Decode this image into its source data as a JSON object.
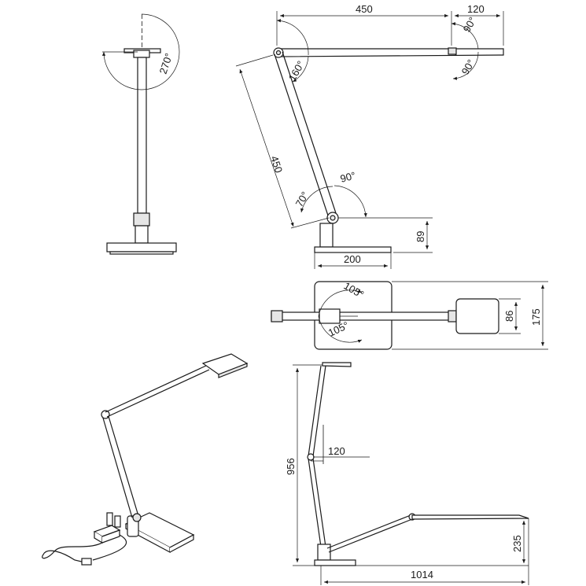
{
  "dims": {
    "top_width": "450",
    "top_head": "120",
    "angle_head_up": "90°",
    "angle_head_down": "90°",
    "angle_shoulder": "160°",
    "lower_arm": "450",
    "angle_base_left": "70°",
    "angle_base_right": "90°",
    "base_height": "89",
    "base_width": "200",
    "angle_rotation": "270°",
    "plan_angle_top": "105°",
    "plan_angle_bottom": "105°",
    "head_depth": "86",
    "base_depth": "175",
    "max_height": "956",
    "elbow_offset": "120",
    "max_reach": "1014",
    "low_height": "235"
  },
  "colors": {
    "line": "#1a1a1a",
    "background": "#ffffff"
  }
}
